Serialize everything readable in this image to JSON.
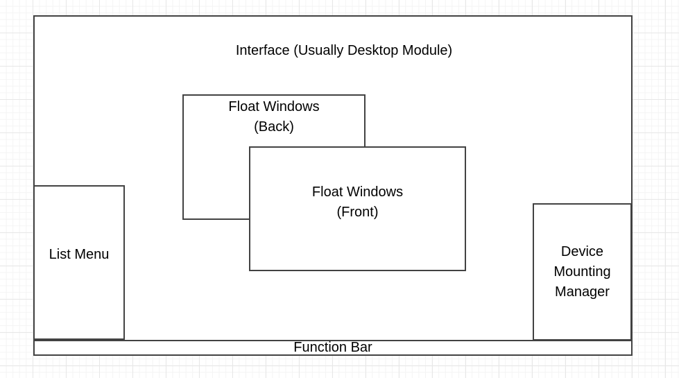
{
  "colors": {
    "canvas_bg": "#ffffff",
    "grid_minor": "#f4f4f4",
    "grid_major": "#e7e7e7",
    "shape_fill": "#ffffff",
    "shape_border": "#424242",
    "text": "#000000"
  },
  "diagram": {
    "interface": {
      "label": "Interface (Usually Desktop Module)"
    },
    "float_back": {
      "label": "Float Windows\n(Back)"
    },
    "float_front": {
      "label": "Float Windows\n(Front)"
    },
    "list_menu": {
      "label": "List Menu"
    },
    "device_mounting_manager": {
      "label": "Device\nMounting\nManager"
    },
    "function_bar": {
      "label": "Function Bar"
    }
  }
}
